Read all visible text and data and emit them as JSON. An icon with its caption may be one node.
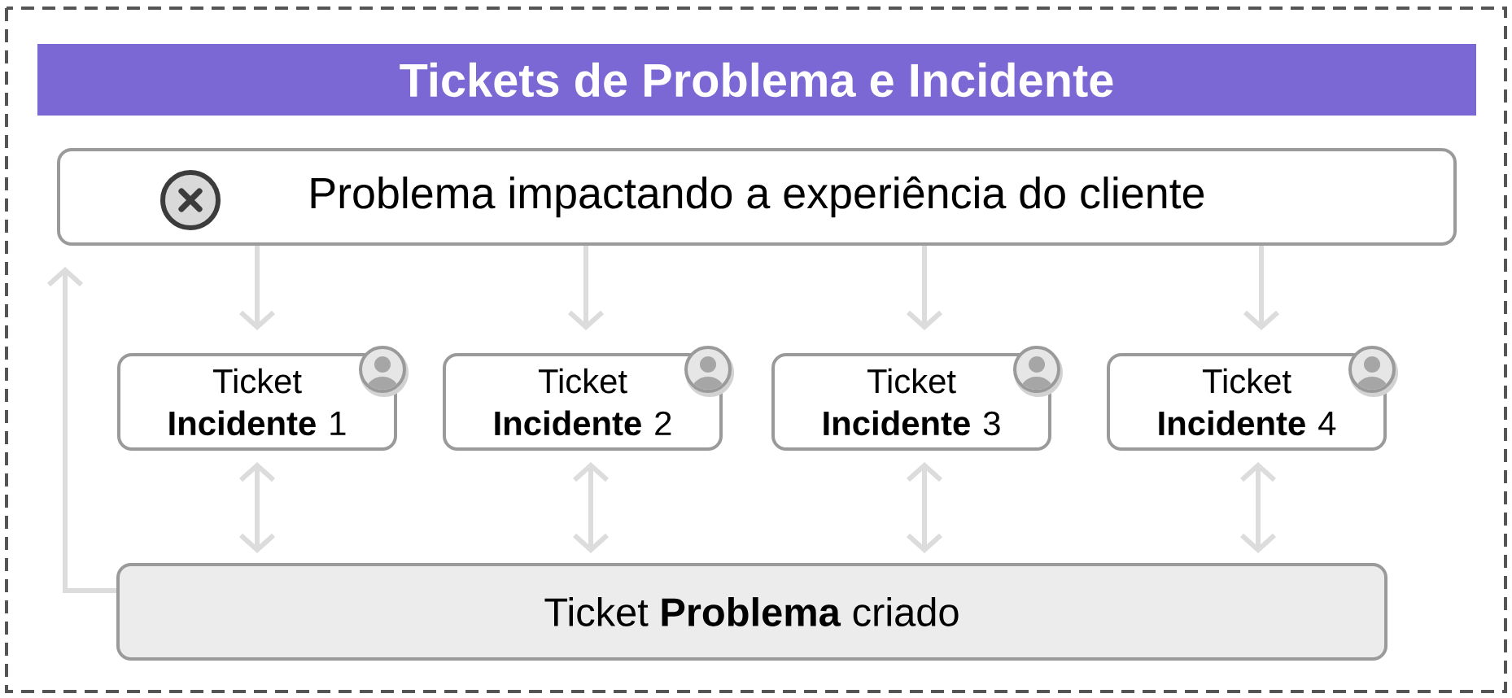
{
  "diagram": {
    "title": "Tickets de Problema e Incidente",
    "nodes": [
      {
        "text": [
          "Problema impactando a experiência do cliente"
        ]
      },
      {
        "text": [
          "Ticket **Incidente** 1"
        ]
      },
      {
        "text": [
          "Ticket **Incidente** 2"
        ]
      },
      {
        "text": [
          "Ticket **Incidente** 3"
        ]
      },
      {
        "text": [
          "Ticket **Incidente** 4"
        ]
      },
      {
        "text": [
          "Ticket **Problema** criado"
        ]
      }
    ],
    "edges": [
      {
        "from": 0,
        "to": 1,
        "arrow": "to"
      },
      {
        "from": 0,
        "to": 2,
        "arrow": "to"
      },
      {
        "from": 0,
        "to": 3,
        "arrow": "to"
      },
      {
        "from": 0,
        "to": 4,
        "arrow": "to"
      },
      {
        "from": 1,
        "to": 5,
        "arrow": "both"
      },
      {
        "from": 2,
        "to": 5,
        "arrow": "both"
      },
      {
        "from": 3,
        "to": 5,
        "arrow": "both"
      },
      {
        "from": 4,
        "to": 5,
        "arrow": "both"
      },
      {
        "from": 5,
        "to": 0,
        "arrow": "to"
      }
    ]
  }
}
